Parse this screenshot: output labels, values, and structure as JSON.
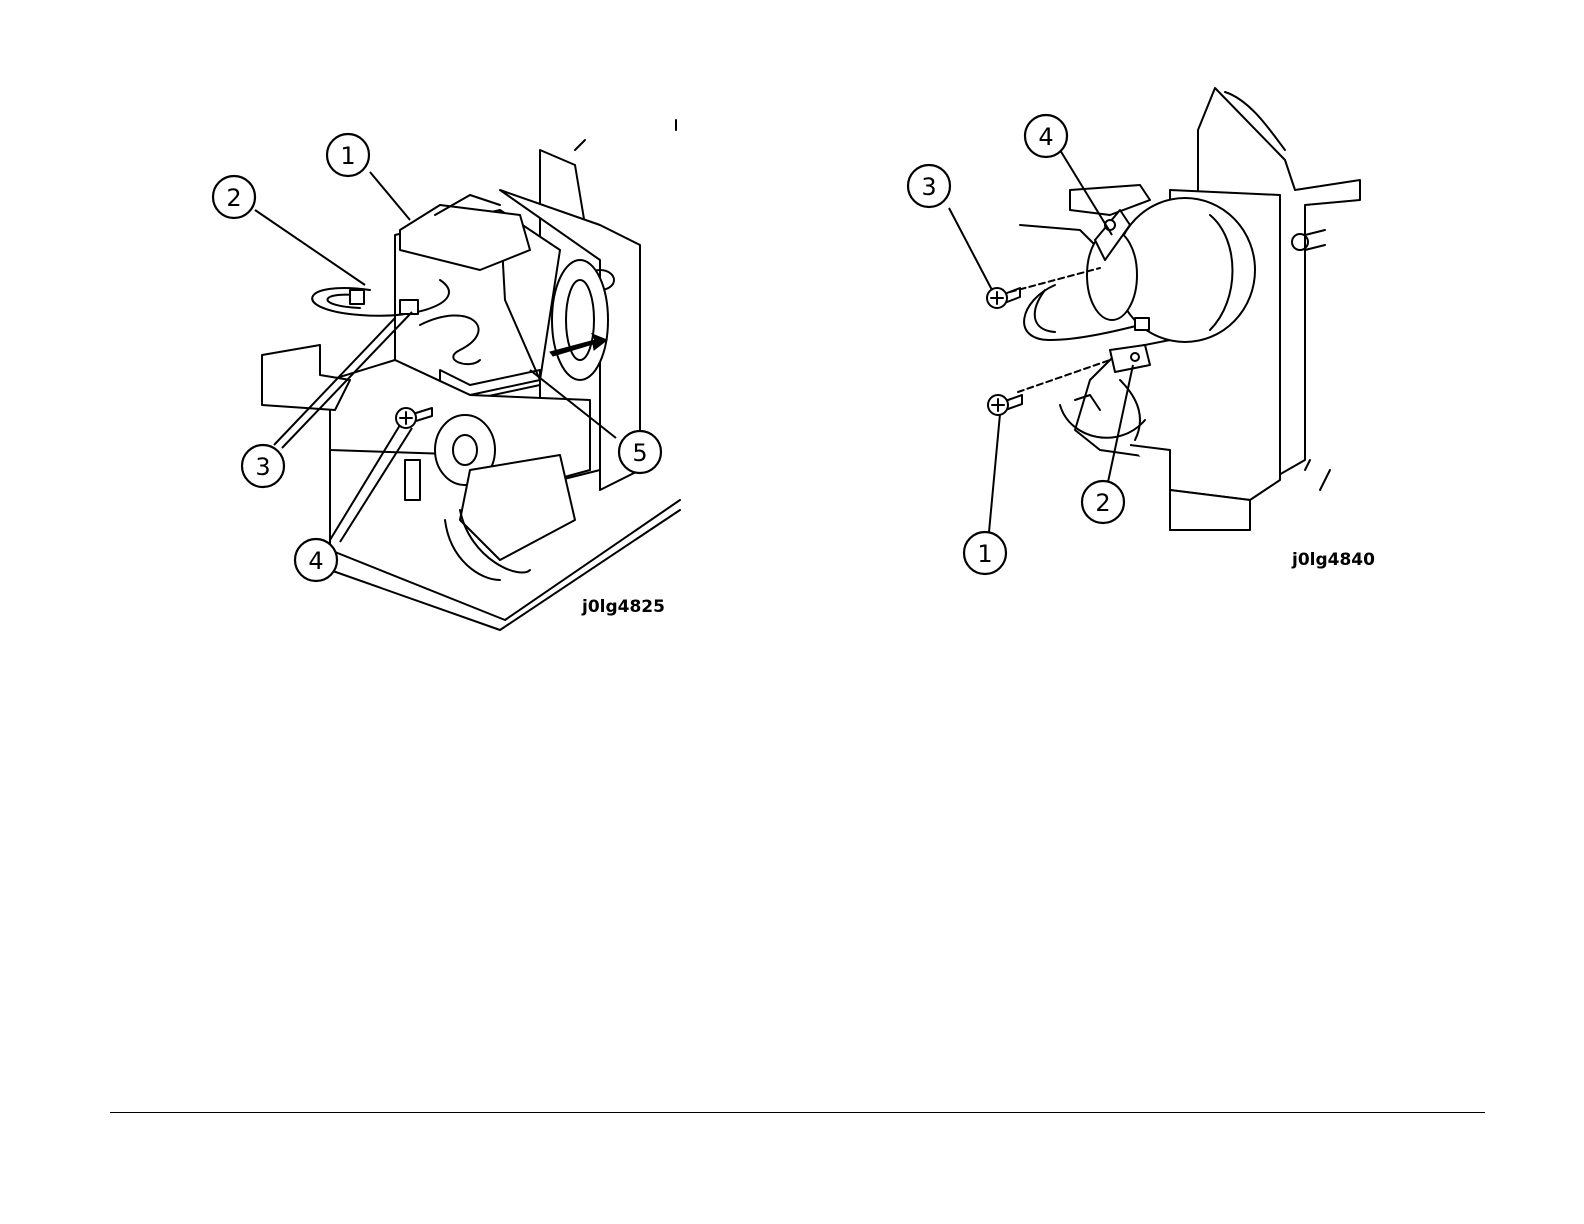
{
  "figures": [
    {
      "id_label": "j0lg4825",
      "callouts": [
        "1",
        "2",
        "3",
        "4",
        "5"
      ]
    },
    {
      "id_label": "j0lg4840",
      "callouts": [
        "1",
        "2",
        "3",
        "4"
      ]
    }
  ]
}
